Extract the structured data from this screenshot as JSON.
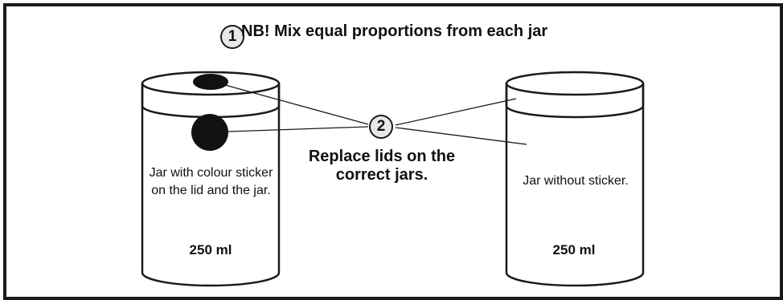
{
  "heading": {
    "step": "1",
    "text": "NB!  Mix equal proportions from each jar"
  },
  "callout": {
    "step": "2",
    "instruction": "Replace lids on the correct jars."
  },
  "jars": {
    "left": {
      "description": "Jar with colour sticker on the lid and the jar.",
      "volume": "250 ml",
      "has_sticker": true
    },
    "right": {
      "description": "Jar without sticker.",
      "volume": "250 ml",
      "has_sticker": false
    }
  },
  "colors": {
    "outline": "#1a1a1a",
    "sticker": "#111111",
    "badge_fill": "#e8e8e8"
  }
}
